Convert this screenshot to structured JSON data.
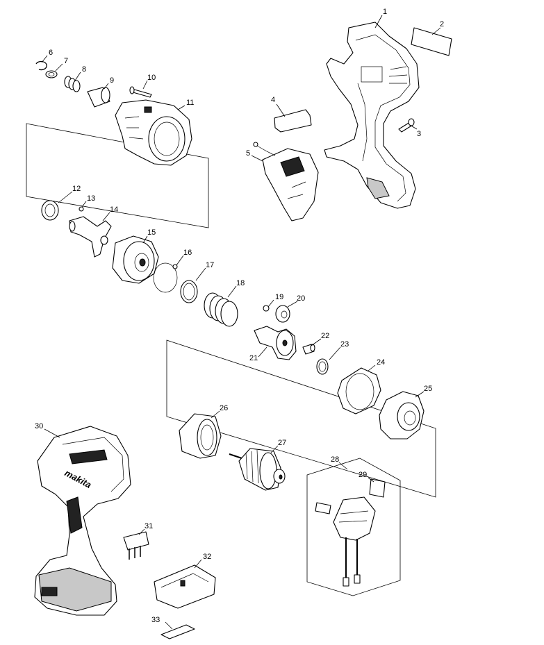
{
  "diagram": {
    "brand_mark": "makita",
    "callouts": [
      "1",
      "2",
      "3",
      "4",
      "5",
      "6",
      "7",
      "8",
      "9",
      "10",
      "11",
      "12",
      "13",
      "14",
      "15",
      "16",
      "17",
      "18",
      "19",
      "20",
      "21",
      "22",
      "23",
      "24",
      "25",
      "26",
      "27",
      "28",
      "29",
      "30",
      "31",
      "32",
      "33"
    ]
  }
}
